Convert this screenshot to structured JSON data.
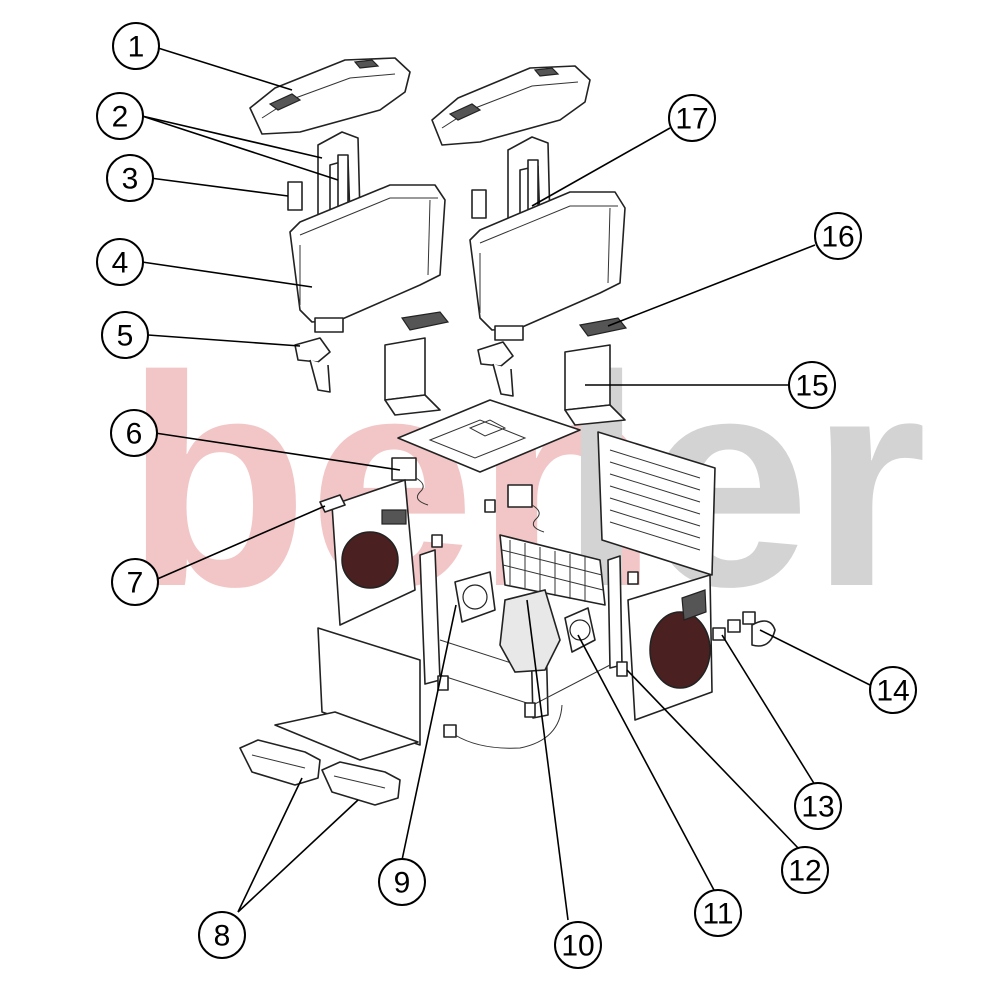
{
  "watermark": {
    "text_part1": "ben",
    "text_part2": "ler",
    "color_part1": "#f2c6c6",
    "color_part2": "#d3d3d3"
  },
  "callouts": [
    "1",
    "2",
    "3",
    "4",
    "5",
    "6",
    "7",
    "8",
    "9",
    "10",
    "11",
    "12",
    "13",
    "14",
    "15",
    "16",
    "17"
  ]
}
